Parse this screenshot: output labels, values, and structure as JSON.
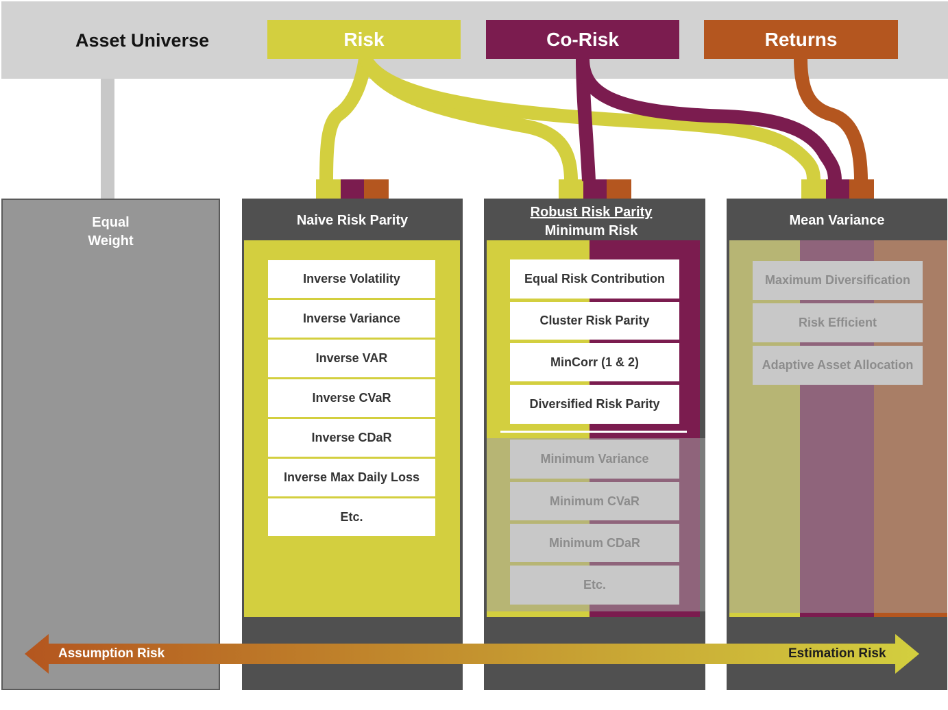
{
  "header": {
    "title": "Asset Universe",
    "factors": [
      {
        "label": "Risk",
        "color": "#d3cf3f"
      },
      {
        "label": "Co-Risk",
        "color": "#7b1c4f"
      },
      {
        "label": "Returns",
        "color": "#b4561f"
      }
    ]
  },
  "columns": {
    "equal_weight": {
      "title_line1": "Equal",
      "title_line2": "Weight"
    },
    "naive": {
      "title": "Naive Risk Parity",
      "items": [
        "Inverse Volatility",
        "Inverse Variance",
        "Inverse VAR",
        "Inverse CVaR",
        "Inverse CDaR",
        "Inverse Max Daily Loss",
        "Etc."
      ]
    },
    "robust": {
      "title_line1": "Robust Risk Parity",
      "title_line2": "Minimum Risk",
      "items": [
        "Equal Risk Contribution",
        "Cluster Risk Parity",
        "MinCorr (1 & 2)",
        "Diversified Risk Parity"
      ],
      "faded_items": [
        "Minimum Variance",
        "Minimum CVaR",
        "Minimum CDaR",
        "Etc."
      ]
    },
    "mean_variance": {
      "title": "Mean Variance",
      "faded_items": [
        "Maximum Diversification",
        "Risk Efficient",
        "Adaptive Asset Allocation"
      ]
    }
  },
  "arrow": {
    "left_label": "Assumption Risk",
    "right_label": "Estimation Risk"
  },
  "colors": {
    "risk": "#d3cf3f",
    "corisk": "#7b1c4f",
    "returns": "#b4561f",
    "dark": "#505050",
    "grey_col": "#969696"
  }
}
